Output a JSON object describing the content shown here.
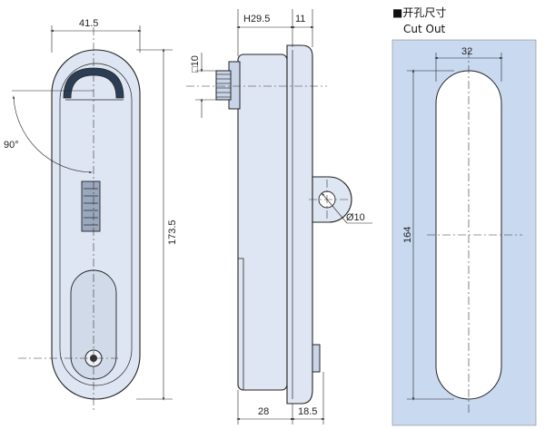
{
  "front_view": {
    "dim_width": "41.5",
    "dim_height": "173.5",
    "dim_angle": "90°"
  },
  "side_view": {
    "dim_depth": "H29.5",
    "dim_flange": "11",
    "dim_square": "□10",
    "dim_hole": "Ø10",
    "dim_bottom_left": "28",
    "dim_bottom_right": "18.5"
  },
  "cutout": {
    "title_cn": "■开孔尺寸",
    "title_en": "Cut Out",
    "dim_width": "32",
    "dim_height": "164"
  },
  "colors": {
    "panel": "#c9d9ef",
    "body": "#dfe6f3"
  }
}
